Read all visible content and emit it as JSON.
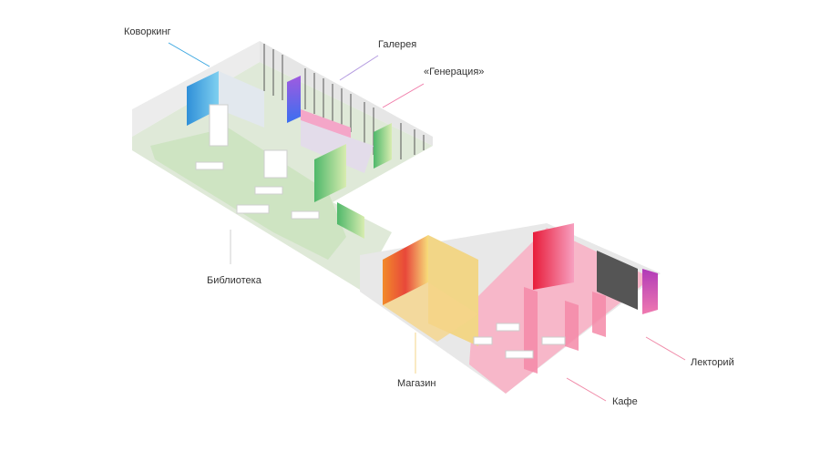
{
  "labels": {
    "coworking": "Коворкинг",
    "gallery": "Галерея",
    "generation": "«Генерация»",
    "library": "Библиотека",
    "shop": "Магазин",
    "lecture": "Лекторий",
    "cafe": "Кафе"
  },
  "colors": {
    "coworking": "#3aa6e0",
    "gallery": "#b49be0",
    "generation": "#f07aa8",
    "library": "#cfd6cf",
    "shop": "#f5d48a",
    "lecture": "#f08aa8",
    "cafe": "#f08aa8"
  }
}
